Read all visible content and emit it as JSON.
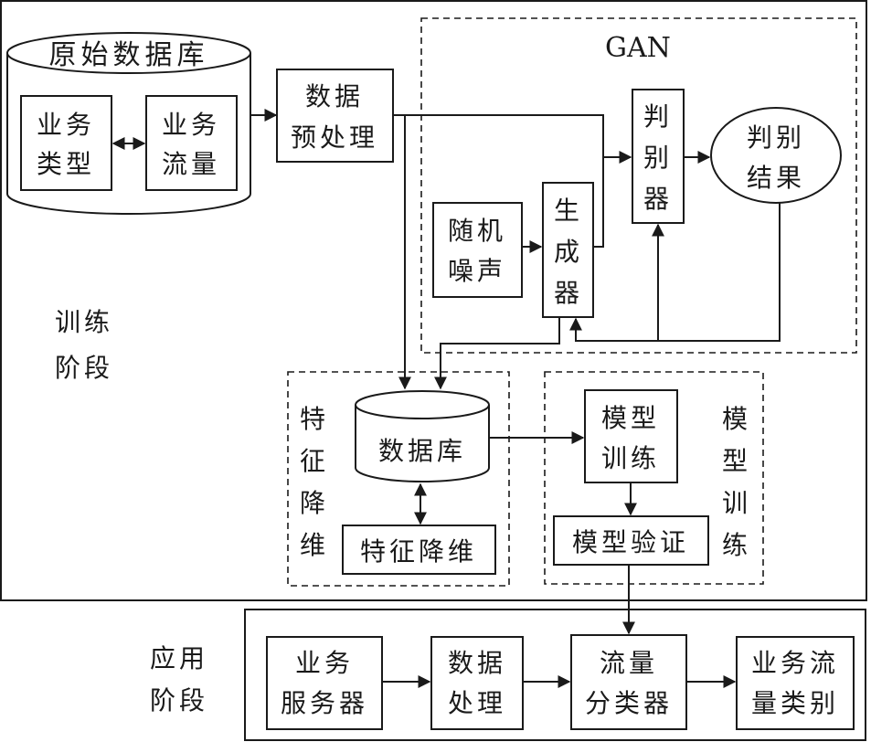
{
  "training": {
    "label_line1": "训练",
    "label_line2": "阶段",
    "raw_db": {
      "title": "原始数据库",
      "service_type": [
        "业务",
        "类型"
      ],
      "service_traffic": [
        "业务",
        "流量"
      ]
    },
    "preprocess": [
      "数据",
      "预处理"
    ],
    "gan": {
      "title": "GAN",
      "noise": [
        "随机",
        "噪声"
      ],
      "generator": [
        "生",
        "成",
        "器"
      ],
      "discriminator": [
        "判",
        "别",
        "器"
      ],
      "result": [
        "判别",
        "结果"
      ]
    },
    "feature_reduction": {
      "side_label": [
        "特",
        "征",
        "降",
        "维"
      ],
      "database": "数据库",
      "box": "特征降维"
    },
    "model_training": {
      "side_label": [
        "模",
        "型",
        "训",
        "练"
      ],
      "train_box": [
        "模型",
        "训练"
      ],
      "validate_box": "模型验证"
    }
  },
  "application": {
    "label_line1": "应用",
    "label_line2": "阶段",
    "server": [
      "业务",
      "服务器"
    ],
    "process": [
      "数据",
      "处理"
    ],
    "classifier": [
      "流量",
      "分类器"
    ],
    "category": [
      "业务流",
      "量类别"
    ]
  }
}
